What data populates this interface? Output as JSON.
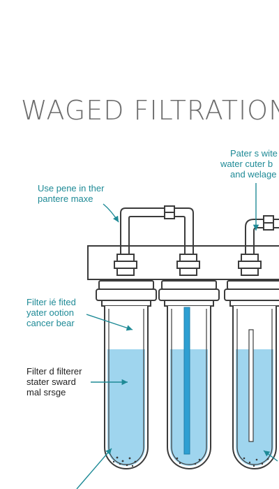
{
  "title": "WAGED FILTRATION",
  "annotations": {
    "top_left": [
      "Use pene in ther",
      "pantere maxe"
    ],
    "top_right": [
      "Pater s wite",
      "water cuter b",
      "and welage"
    ],
    "mid_left": [
      "Filter ié fited",
      "yater ootion",
      "cancer bear"
    ],
    "lower_left": [
      "Filter d filterer",
      "stater sward",
      "mal srsge"
    ]
  },
  "colors": {
    "outline": "#3b3b3b",
    "water": "#9fd5ee",
    "core": "#2e9fd2",
    "annotation_teal": "#1e8a96",
    "annotation_dark": "#222222",
    "title": "#6d6d6d"
  }
}
